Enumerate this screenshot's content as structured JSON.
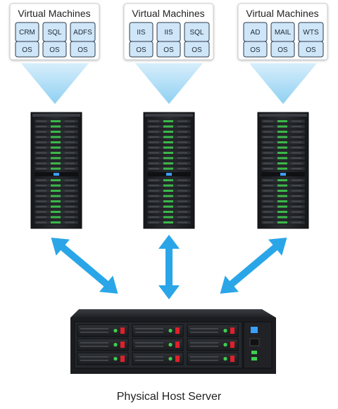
{
  "vm_groups": [
    {
      "title": "Virtual Machines",
      "vms": [
        {
          "app": "CRM",
          "os": "OS"
        },
        {
          "app": "SQL",
          "os": "OS"
        },
        {
          "app": "ADFS",
          "os": "OS"
        }
      ]
    },
    {
      "title": "Virtual Machines",
      "vms": [
        {
          "app": "IIS",
          "os": "OS"
        },
        {
          "app": "IIS",
          "os": "OS"
        },
        {
          "app": "SQL",
          "os": "OS"
        }
      ]
    },
    {
      "title": "Virtual Machines",
      "vms": [
        {
          "app": "AD",
          "os": "OS"
        },
        {
          "app": "MAIL",
          "os": "OS"
        },
        {
          "app": "WTS",
          "os": "OS"
        }
      ]
    }
  ],
  "host_caption": "Physical Host Server",
  "colors": {
    "vm_fill": "#cfe6f8",
    "vm_stroke": "#2b3a4a",
    "funnel": "#bfe2f6",
    "arrow": "#2aa6e8",
    "server_dark": "#1b1d20",
    "led_green": "#3fcf4f",
    "led_red": "#e0202a",
    "led_blue": "#3aa0ff"
  }
}
